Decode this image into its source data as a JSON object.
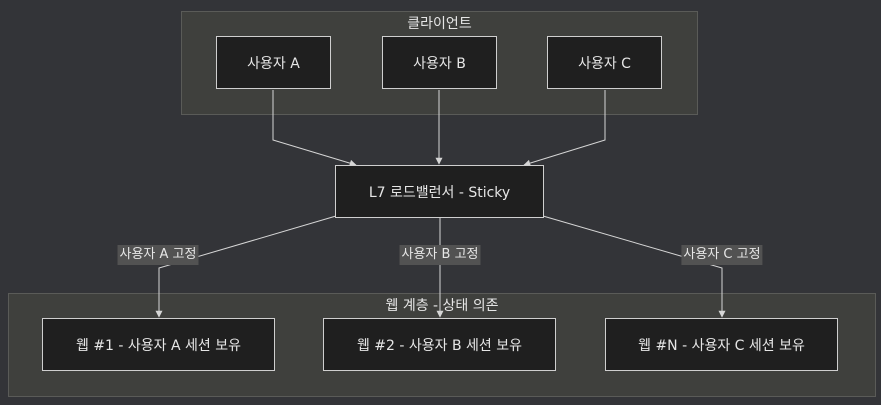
{
  "colors": {
    "background": "#333438",
    "cluster_fill": "#3f403d",
    "cluster_border": "#5a5b58",
    "node_fill": "#1f1f1f",
    "node_border": "#cfcfcf",
    "edge": "#d6d6d6",
    "label_fill": "#525252",
    "text": "#e6e6e6"
  },
  "clusters": {
    "client": {
      "title": "클라이언트"
    },
    "web": {
      "title": "웹 계층 - 상태 의존"
    }
  },
  "nodes": {
    "user_a": "사용자 A",
    "user_b": "사용자 B",
    "user_c": "사용자 C",
    "lb": "L7 로드밸런서 - Sticky",
    "web1": "웹 #1 - 사용자 A 세션 보유",
    "web2": "웹 #2 - 사용자 B 세션 보유",
    "webn": "웹 #N - 사용자 C 세션 보유"
  },
  "edge_labels": {
    "fix_a": "사용자 A 고정",
    "fix_b": "사용자 B 고정",
    "fix_c": "사용자 C 고정"
  }
}
